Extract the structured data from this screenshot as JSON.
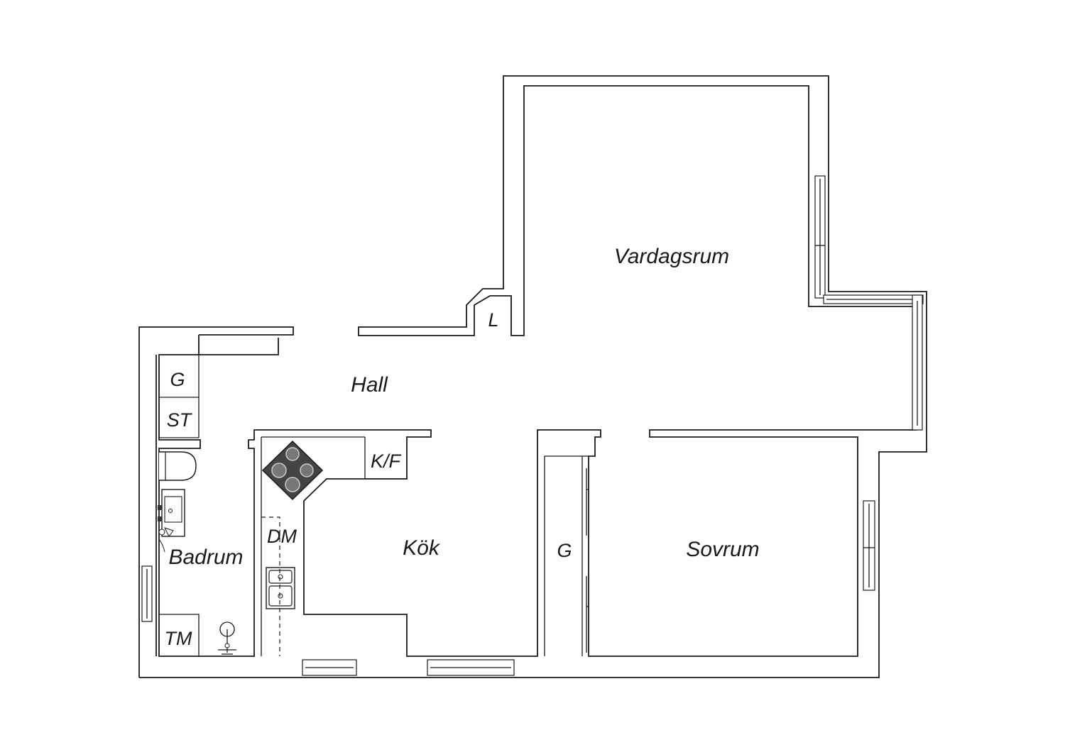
{
  "rooms": {
    "vardagsrum": "Vardagsrum",
    "hall": "Hall",
    "kok": "Kök",
    "badrum": "Badrum",
    "sovrum": "Sovrum"
  },
  "fixtures": {
    "linen_closet": "L",
    "hall_wardrobe": "G",
    "storage": "ST",
    "fridge_freezer": "K/F",
    "dishwasher": "DM",
    "washing_machine": "TM",
    "bedroom_wardrobe": "G"
  }
}
